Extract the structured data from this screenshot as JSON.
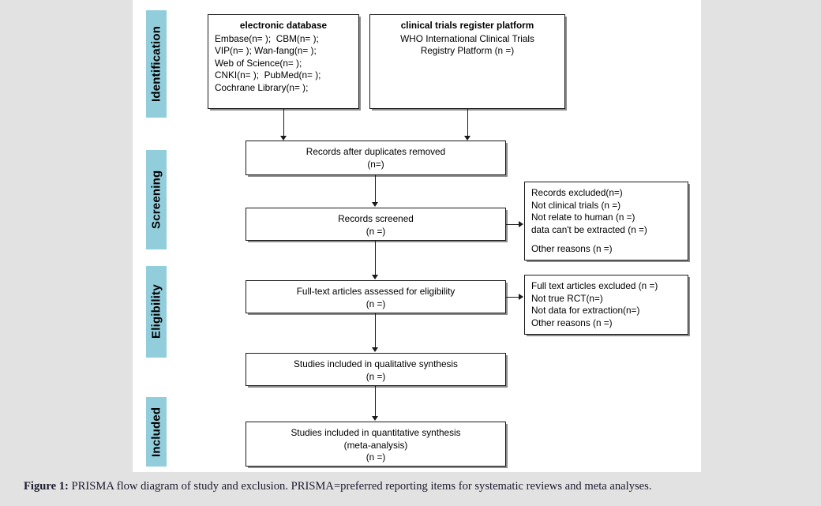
{
  "figure": {
    "caption_label": "Figure 1:",
    "caption_text": " PRISMA flow diagram of study and exclusion. PRISMA=preferred reporting items for systematic reviews and meta analyses.",
    "background_color": "#e2e2e2",
    "panel_color": "#ffffff",
    "stage_bar_color": "#92cddc",
    "box_border_color": "#1a1a1a"
  },
  "stages": [
    {
      "id": "identification",
      "label": "Identification"
    },
    {
      "id": "screening",
      "label": "Screening"
    },
    {
      "id": "eligibility",
      "label": "Eligibility"
    },
    {
      "id": "included",
      "label": "Included"
    }
  ],
  "boxes": {
    "electronic_database": {
      "title": "electronic database",
      "lines": [
        "Embase(n= );  CBM(n= );",
        "VIP(n= ); Wan-fang(n= );",
        "Web of Science(n= );",
        "CNKI(n= );  PubMed(n= );",
        "Cochrane Library(n= );"
      ]
    },
    "register_platform": {
      "title": "clinical trials register platform",
      "lines": [
        "WHO International Clinical Trials",
        "Registry Platform (n =)"
      ]
    },
    "duplicates_removed": {
      "lines": [
        "Records after duplicates removed",
        "(n=)"
      ]
    },
    "records_screened": {
      "lines": [
        "Records screened",
        "(n =)"
      ]
    },
    "records_excluded": {
      "lines": [
        "Records excluded(n=)",
        "Not clinical trials (n =)",
        "Not relate to human (n =)",
        "data can't be extracted (n =)",
        "",
        "Other reasons (n =)"
      ]
    },
    "fulltext_assessed": {
      "lines": [
        "Full-text articles assessed for eligibility",
        "(n =)"
      ]
    },
    "fulltext_excluded": {
      "lines": [
        "Full text articles excluded (n =)",
        "Not true RCT(n=)",
        "Not data for extraction(n=)",
        "Other reasons (n =)"
      ]
    },
    "qualitative_synthesis": {
      "lines": [
        "Studies included in qualitative synthesis",
        "(n =)"
      ]
    },
    "quantitative_synthesis": {
      "lines": [
        "Studies included in quantitative synthesis",
        "(meta-analysis)",
        "(n =)"
      ]
    }
  }
}
